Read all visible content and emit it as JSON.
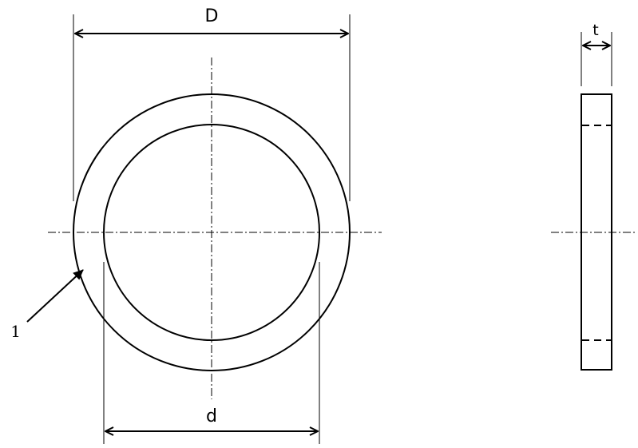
{
  "dimensions": {
    "outer_diameter_label": "D",
    "inner_diameter_label": "d",
    "thickness_label": "t"
  },
  "callout": {
    "part_number": "1"
  },
  "colors": {
    "line": "#000000",
    "background": "#ffffff"
  }
}
